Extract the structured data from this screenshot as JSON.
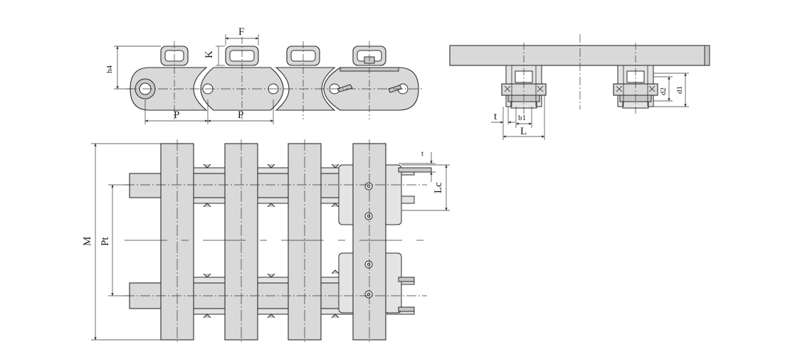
{
  "labels": {
    "F": "F",
    "K": "K",
    "h4": "h4",
    "P_left": "P",
    "P_right": "P",
    "d2": "d2",
    "d1": "d1",
    "t_side": "t",
    "b1": "b1",
    "L": "L",
    "t_plan": "t",
    "Lc": "Lc",
    "M": "M",
    "Pt": "Pt"
  }
}
